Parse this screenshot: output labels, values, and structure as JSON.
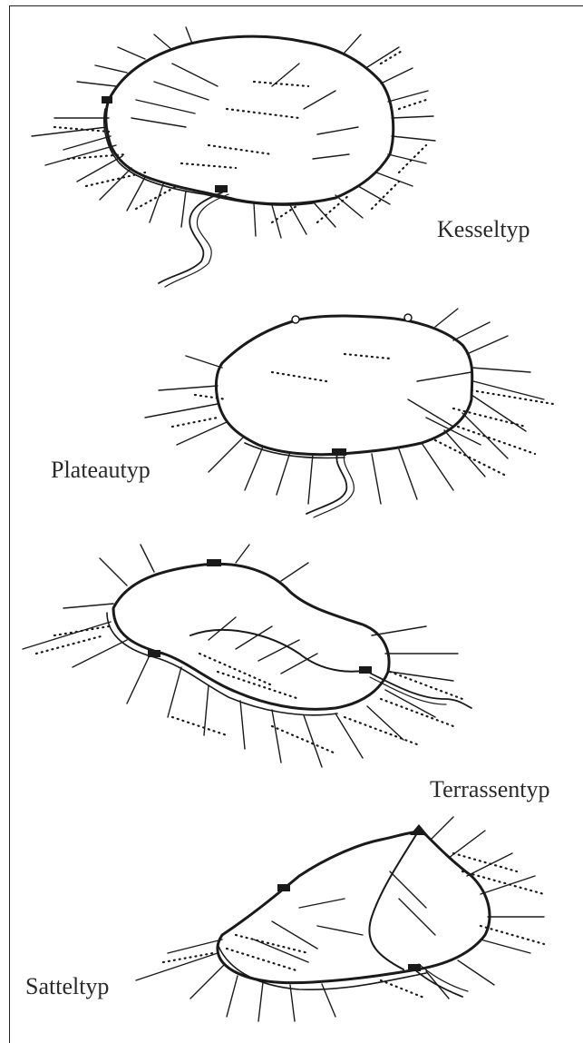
{
  "labels": {
    "kessel": "Kesseltyp",
    "plateau": "Plateautyp",
    "terrassen": "Terrassentyp",
    "sattel": "Satteltyp"
  },
  "colors": {
    "ink": "#1a1a1a",
    "paper": "#ffffff"
  }
}
